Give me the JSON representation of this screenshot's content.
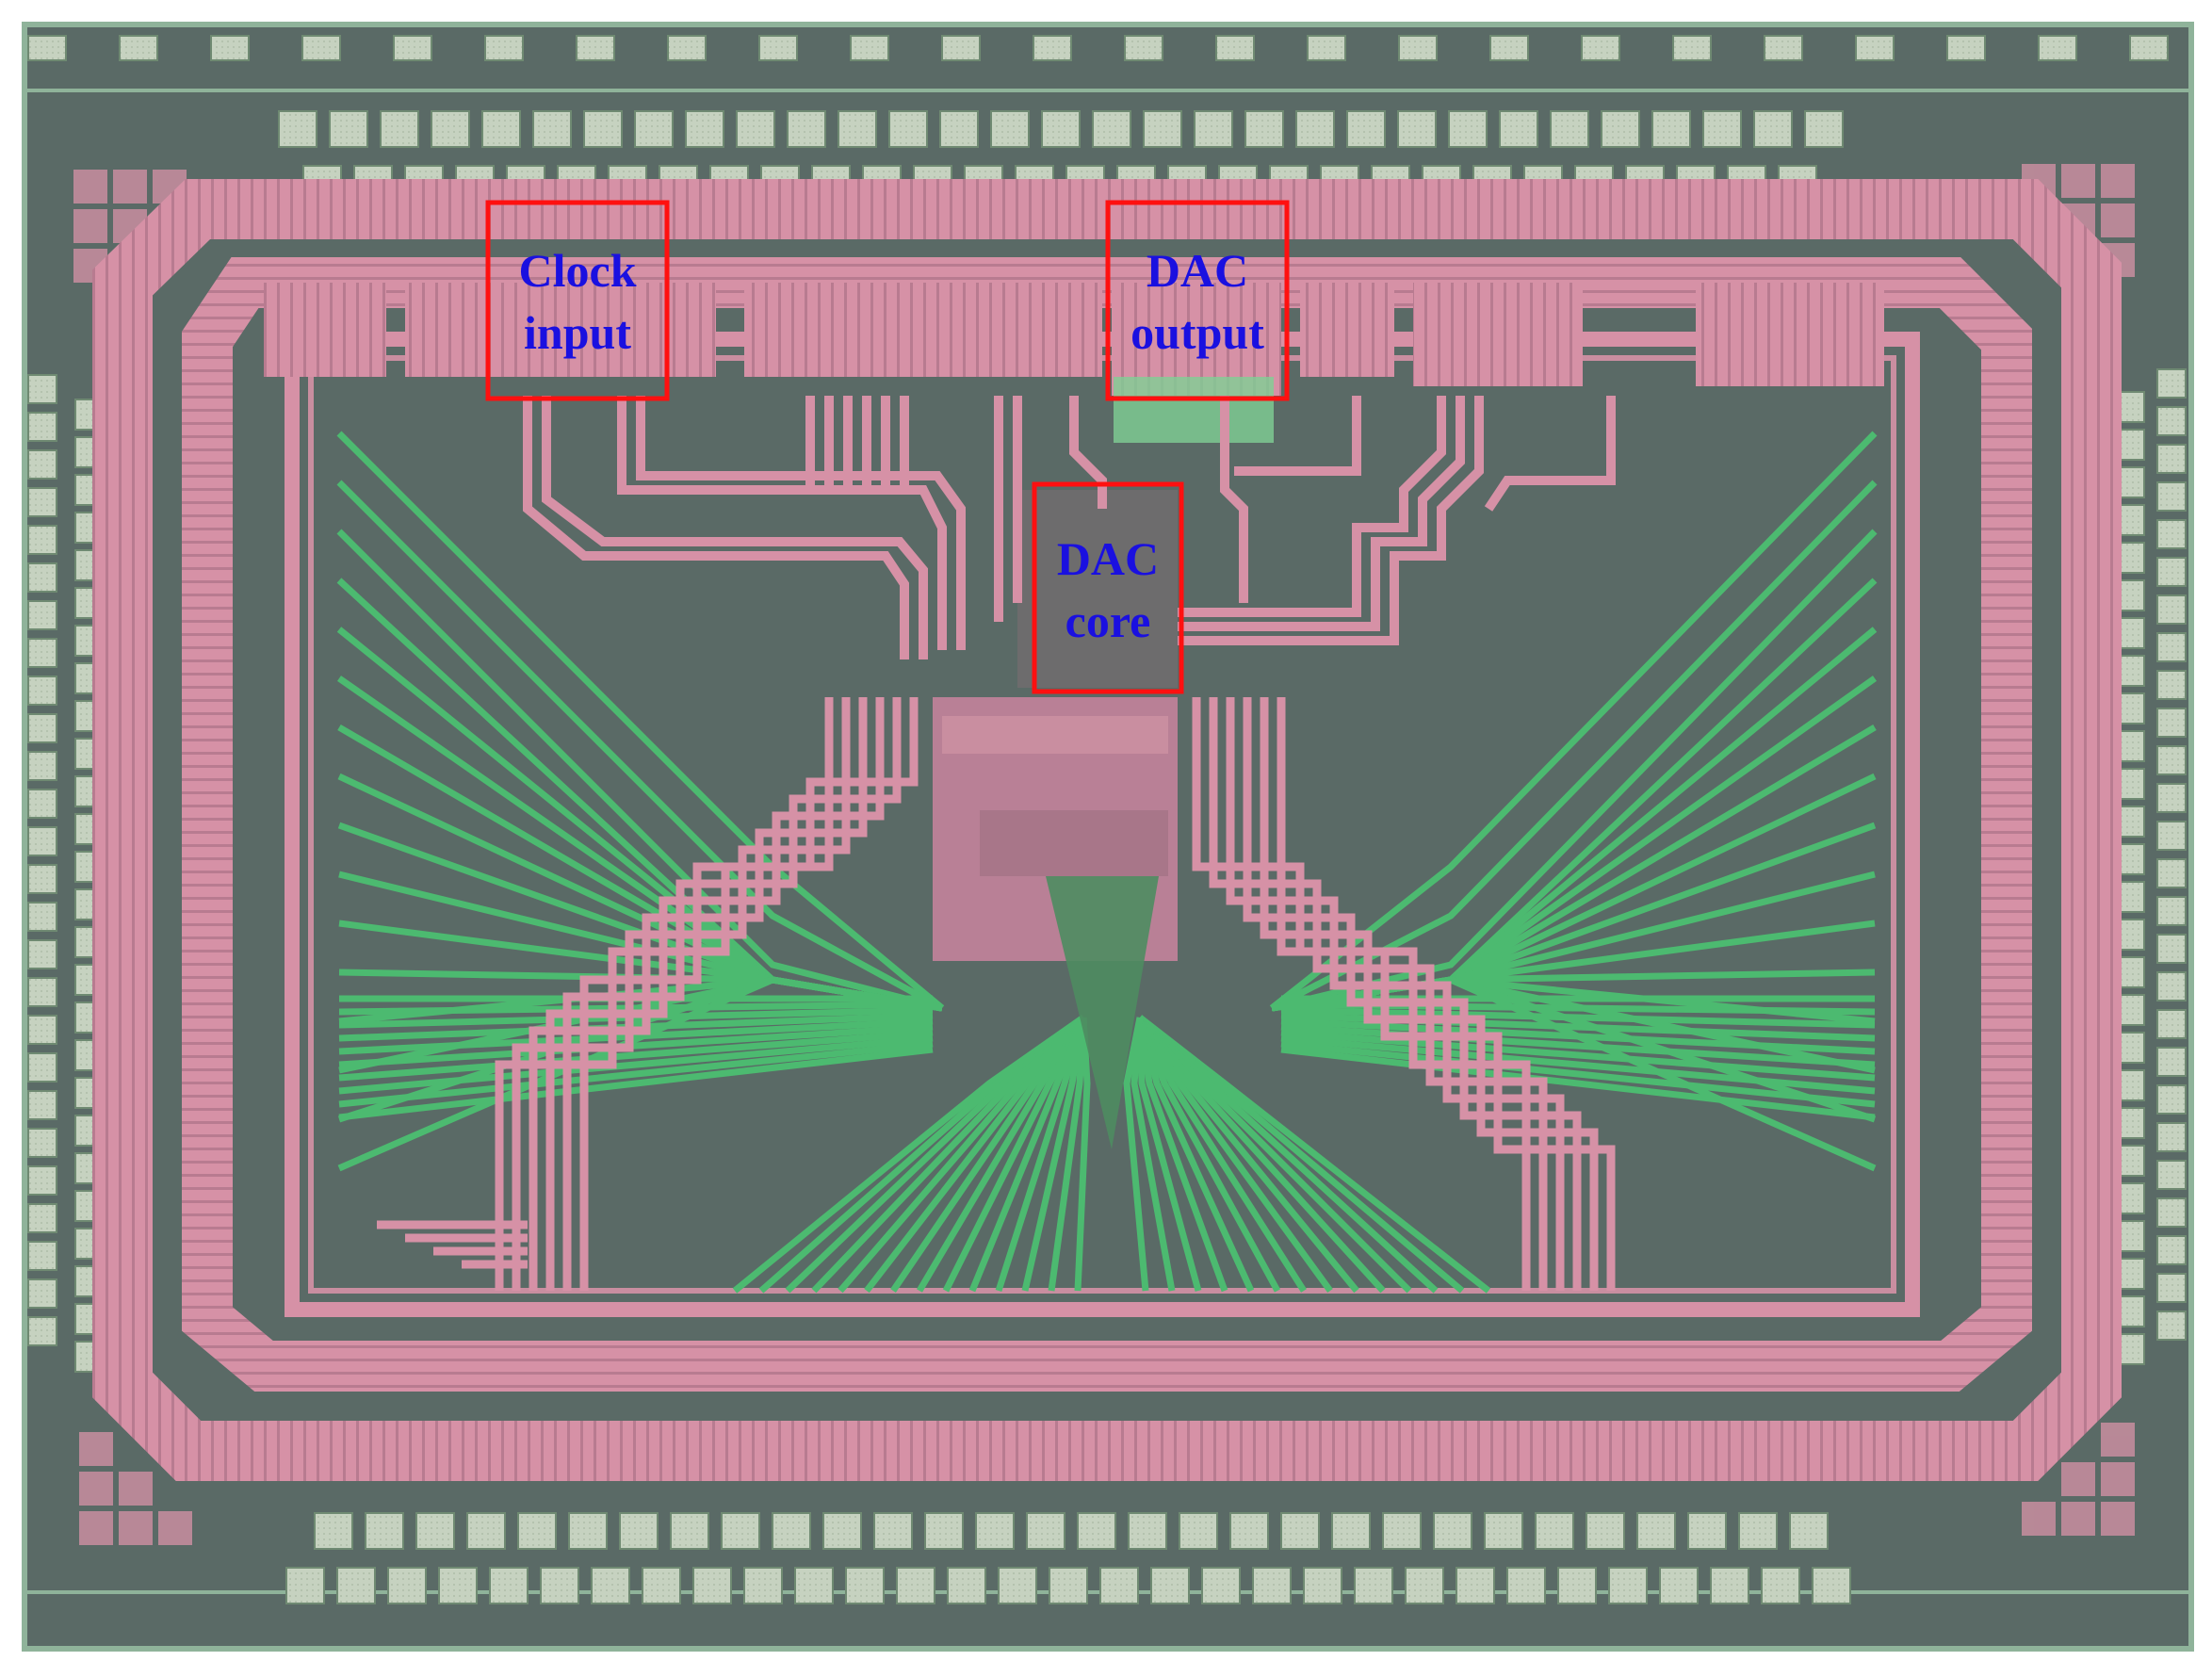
{
  "annotations": [
    {
      "id": "clock-input",
      "lines": [
        "Clock",
        "input"
      ]
    },
    {
      "id": "dac-output",
      "lines": [
        "DAC",
        "output"
      ]
    },
    {
      "id": "dac-core",
      "lines": [
        "DAC",
        "core"
      ]
    }
  ],
  "colors": {
    "background": "#ffffff",
    "die_base": "#5a6a66",
    "die_border": "#8fb39a",
    "pad_fill": "#c6d2c0",
    "pad_edge": "#6f8a72",
    "pink_metal": "#d691a6",
    "pink_dark": "#b87b90",
    "green_metal": "#4cba70",
    "box_outline": "#ff1010",
    "label_text": "#1a10e0"
  }
}
